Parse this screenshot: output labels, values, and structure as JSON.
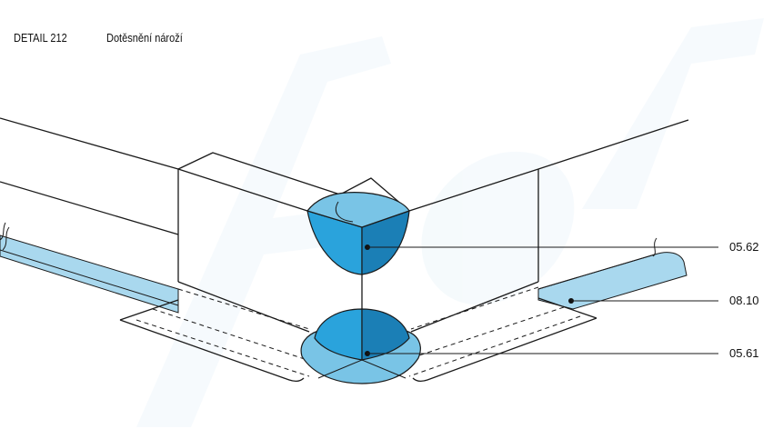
{
  "header": {
    "detail_code": "DETAIL 212",
    "title": "Dotěsnění nároží"
  },
  "callouts": [
    {
      "label": "05.62",
      "target": "upper sealing cap"
    },
    {
      "label": "08.10",
      "target": "sealing tape"
    },
    {
      "label": "05.61",
      "target": "lower sealing cap"
    }
  ],
  "colors": {
    "cap_dark": "#1b7fb6",
    "cap_mid": "#2aa3dc",
    "cap_light": "#79c4e6",
    "tape": "#a9d8ee",
    "watermark": "#eef6fb"
  }
}
